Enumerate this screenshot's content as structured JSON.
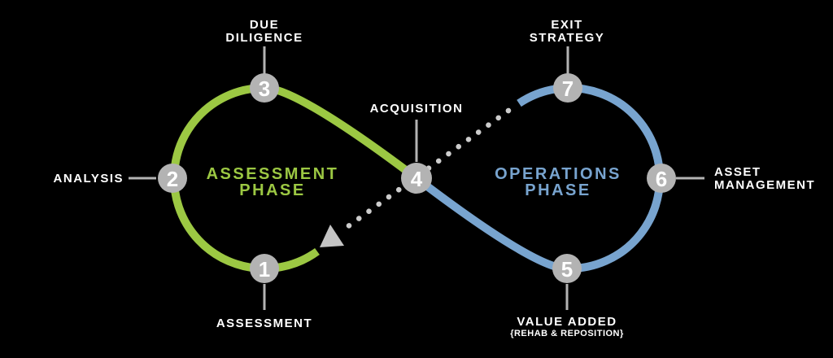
{
  "colors": {
    "background": "#000000",
    "green": "#9cc843",
    "blue": "#78a4cf",
    "node_gray": "#b3b3b3",
    "connector_gray": "#b3b3b3",
    "dot_gray": "#cccccc",
    "arrow_gray": "#c4c4c4",
    "label_white": "#ffffff"
  },
  "phases": {
    "assessment": {
      "title_line1": "ASSESSMENT",
      "title_line2": "PHASE"
    },
    "operations": {
      "title_line1": "OPERATIONS",
      "title_line2": "PHASE"
    }
  },
  "nodes": [
    {
      "number": "1",
      "label": "ASSESSMENT"
    },
    {
      "number": "2",
      "label": "ANALYSIS"
    },
    {
      "number": "3",
      "label_line1": "DUE",
      "label_line2": "DILIGENCE"
    },
    {
      "number": "4",
      "label": "ACQUISITION"
    },
    {
      "number": "5",
      "label": "VALUE ADDED",
      "sublabel": "{REHAB & REPOSITION}"
    },
    {
      "number": "6",
      "label_line1": "ASSET",
      "label_line2": "MANAGEMENT"
    },
    {
      "number": "7",
      "label_line1": "EXIT",
      "label_line2": "STRATEGY"
    }
  ]
}
